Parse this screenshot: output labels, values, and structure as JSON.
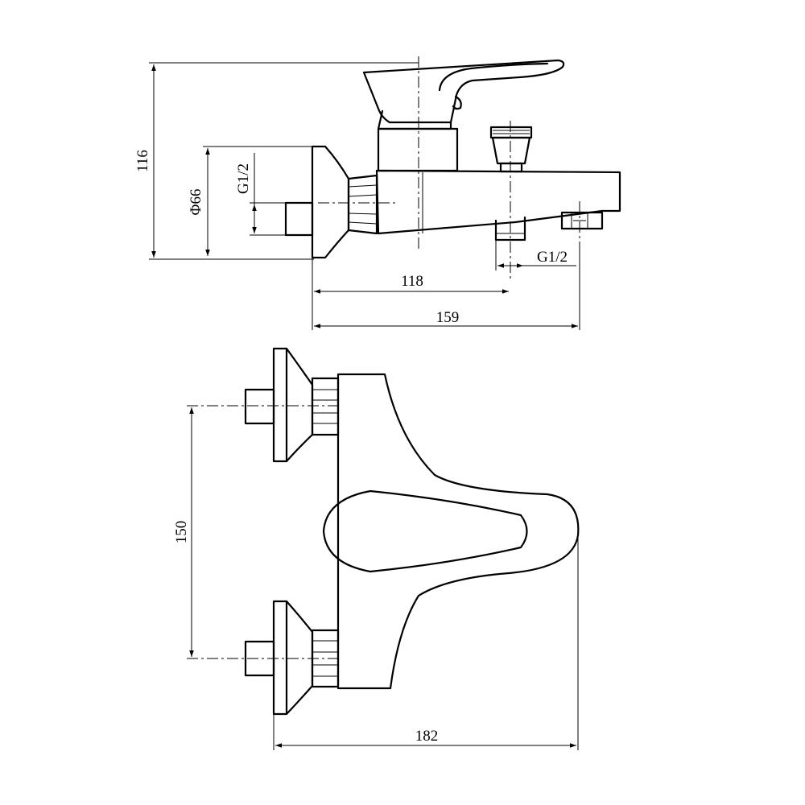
{
  "dimensions": {
    "total_height": "116",
    "rosette_diameter": "Φ66",
    "inlet_thread": "G1/2",
    "outlet_thread": "G1/2",
    "inlet_to_outlet": "118",
    "total_depth": "159",
    "inlet_spacing": "150",
    "total_width": "182"
  },
  "colors": {
    "line": "#000000",
    "background": "#ffffff"
  }
}
